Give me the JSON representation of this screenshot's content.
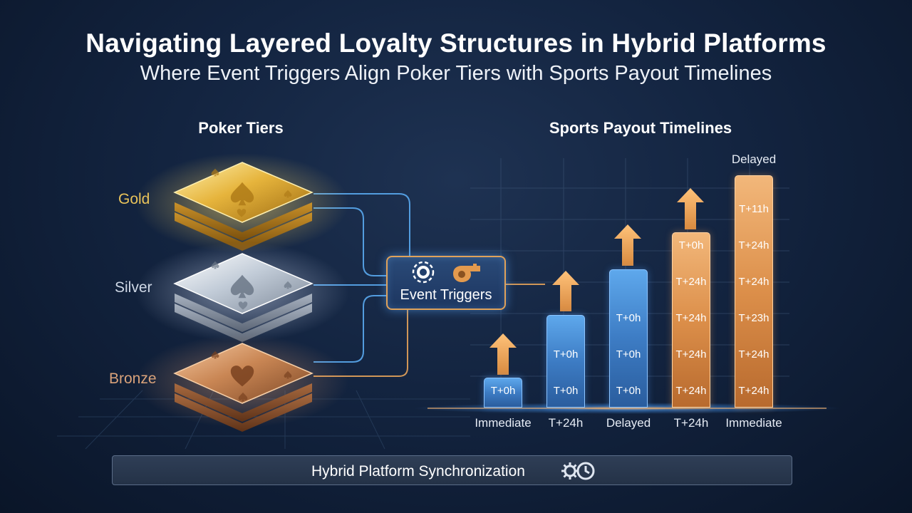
{
  "header": {
    "title": "Navigating Layered Loyalty Structures in Hybrid Platforms",
    "subtitle": "Where Event Triggers Align Poker Tiers with Sports Payout Timelines"
  },
  "poker": {
    "section_title": "Poker Tiers",
    "tiers": [
      {
        "label": "Gold",
        "color": "#e9c35a"
      },
      {
        "label": "Silver",
        "color": "#cfd8e6"
      },
      {
        "label": "Bronze",
        "color": "#d9a27a"
      }
    ]
  },
  "triggers": {
    "label": "Event Triggers",
    "icons": [
      "poker-chip-icon",
      "whistle-icon"
    ]
  },
  "sports": {
    "section_title": "Sports Payout Timelines",
    "top_label": "Delayed",
    "categories": [
      "Immediate",
      "T+24h",
      "Delayed",
      "T+24h",
      "Immediate"
    ],
    "bars": [
      {
        "color": "blue",
        "level": 1,
        "labels": [
          "T+0h"
        ]
      },
      {
        "color": "blue",
        "level": 2,
        "labels": [
          "T+0h",
          "T+0h"
        ]
      },
      {
        "color": "blue",
        "level": 3,
        "labels": [
          "T+0h",
          "T+0h",
          "T+0h"
        ]
      },
      {
        "color": "orange",
        "level": 4,
        "labels": [
          "T+24h",
          "T+24h",
          "T+24h",
          "T+24h",
          "T+0h"
        ]
      },
      {
        "color": "orange",
        "level": 5,
        "labels": [
          "T+24h",
          "T+24h",
          "T+23h",
          "T+24h",
          "T+24h",
          "T+11h"
        ]
      }
    ]
  },
  "footer": {
    "label": "Hybrid Platform Synchronization",
    "icon": "gear-clock-icon"
  },
  "colors": {
    "blue_line": "#5aaaf0",
    "orange_line": "#e6a35a",
    "blue_bar": "#4a8fd8",
    "orange_bar": "#e29a55"
  }
}
